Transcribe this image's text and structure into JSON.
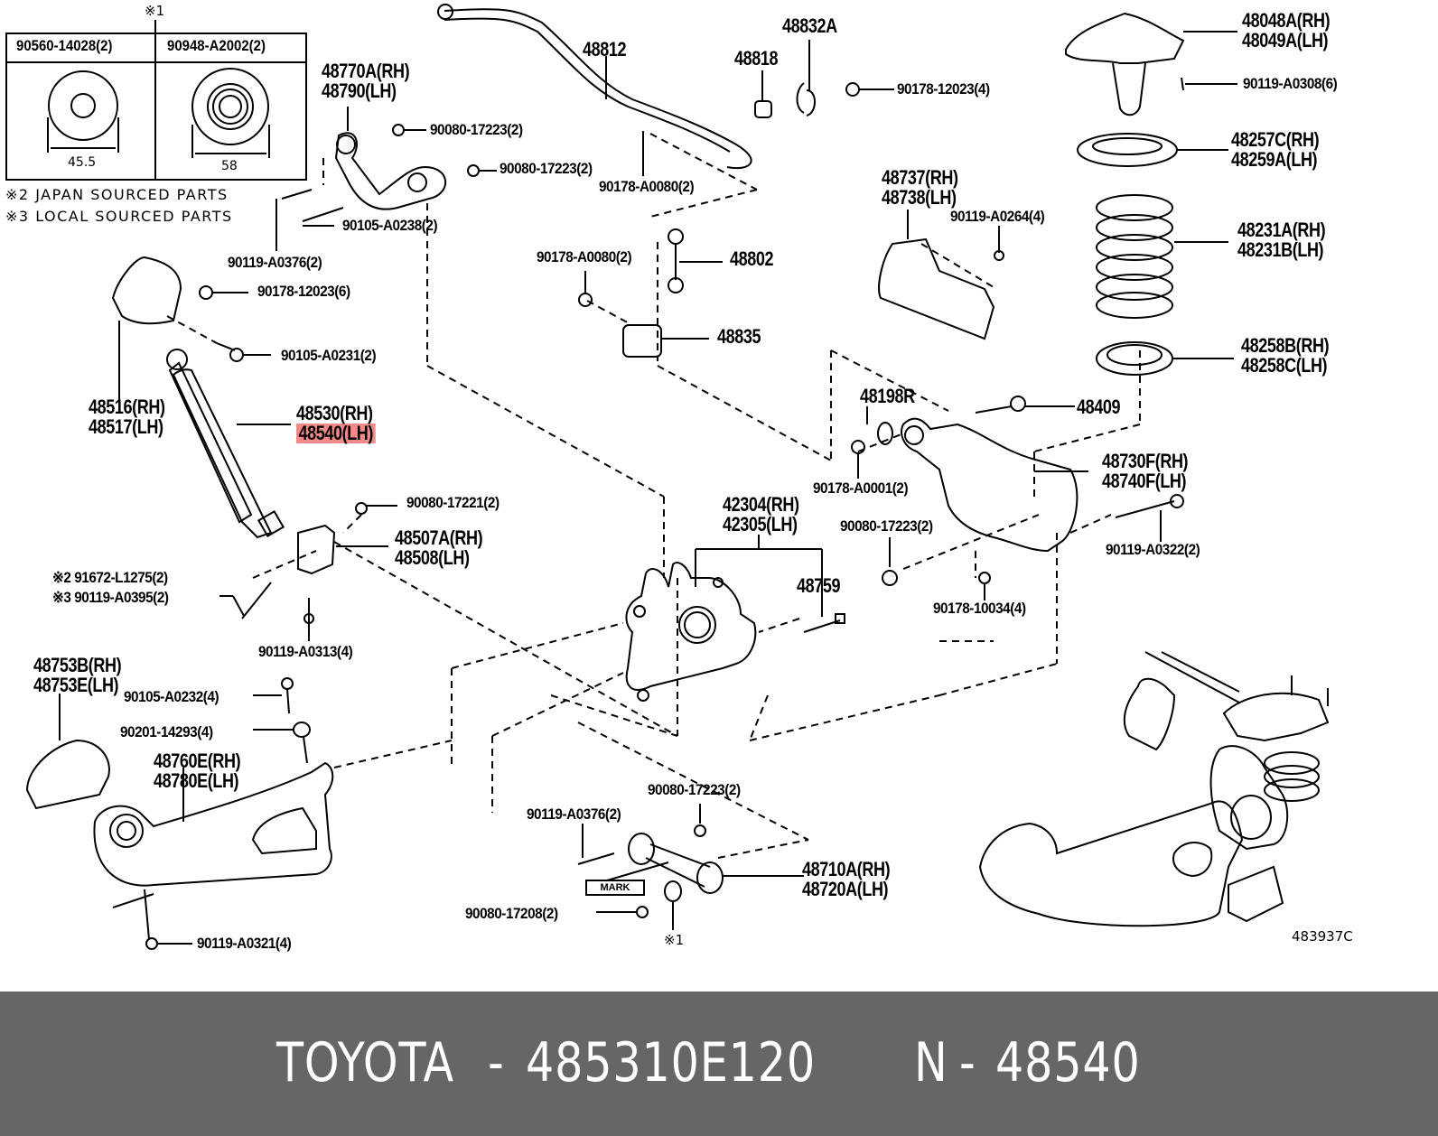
{
  "washer_table": {
    "marker": "※1",
    "columns": [
      {
        "part": "90560-14028(2)",
        "dimension": "45.5"
      },
      {
        "part": "90948-A2002(2)",
        "dimension": "58"
      }
    ]
  },
  "notes": [
    {
      "marker": "※2",
      "text": "JAPAN SOURCED PARTS"
    },
    {
      "marker": "※3",
      "text": "LOCAL SOURCED PARTS"
    }
  ],
  "labels": {
    "l48770": [
      "48770A(RH)",
      "48790(LH)"
    ],
    "l90080a": "90080-17223(2)",
    "l90080b": "90080-17223(2)",
    "l90105a238": "90105-A0238(2)",
    "l90119a376top": "90119-A0376(2)",
    "l48812": "48812",
    "l48818": "48818",
    "l48832": "48832A",
    "l90178_12023_4": "90178-12023(4)",
    "l90178a80a": "90178-A0080(2)",
    "l90178a80b": "90178-A0080(2)",
    "l48802": "48802",
    "l48835": "48835",
    "l48048": [
      "48048A(RH)",
      "48049A(LH)"
    ],
    "l90119a308": "90119-A0308(6)",
    "l48257": [
      "48257C(RH)",
      "48259A(LH)"
    ],
    "l48737": [
      "48737(RH)",
      "48738(LH)"
    ],
    "l90119a264": "90119-A0264(4)",
    "l48231": [
      "48231A(RH)",
      "48231B(LH)"
    ],
    "l48258": [
      "48258B(RH)",
      "48258C(LH)"
    ],
    "l90178_12023_6": "90178-12023(6)",
    "l90105a231": "90105-A0231(2)",
    "l48516": [
      "48516(RH)",
      "48517(LH)"
    ],
    "l48530": [
      "48530(RH)",
      "48540(LH)"
    ],
    "l48198": "48198R",
    "l48409": "48409",
    "l90178a1": "90178-A0001(2)",
    "l48730": [
      "48730F(RH)",
      "48740F(LH)"
    ],
    "l90080_17223c": "90080-17223(2)",
    "l90119a322": "90119-A0322(2)",
    "l90178_10034": "90178-10034(4)",
    "l90080_17221": "90080-17221(2)",
    "l48507": [
      "48507A(RH)",
      "48508(LH)"
    ],
    "l91672": {
      "marker": "※2",
      "part": "91672-L1275(2)"
    },
    "l90119a395": {
      "marker": "※3",
      "part": "90119-A0395(2)"
    },
    "l90119a313": "90119-A0313(4)",
    "l42304": [
      "42304(RH)",
      "42305(LH)"
    ],
    "l48759": "48759",
    "l48753": [
      "48753B(RH)",
      "48753E(LH)"
    ],
    "l90105a232": "90105-A0232(4)",
    "l90201": "90201-14293(4)",
    "l48760": [
      "48760E(RH)",
      "48780E(LH)"
    ],
    "l90119a321": "90119-A0321(4)",
    "l90080_17223d": "90080-17223(2)",
    "l90119a376b": "90119-A0376(2)",
    "mark": "MARK",
    "l48710": [
      "48710A(RH)",
      "48720A(LH)"
    ],
    "l90080_17208": "90080-17208(2)",
    "marker_x1": "※1",
    "illustration_code": "483937C"
  },
  "highlight": {
    "part": "48540(LH)",
    "color": "#f28a8a"
  },
  "footer": {
    "brand": "TOYOTA",
    "sep1": "-",
    "part_number": "485310E120",
    "n_label": "N",
    "sep2": "-",
    "n_value": "48540",
    "background": "#666666"
  }
}
